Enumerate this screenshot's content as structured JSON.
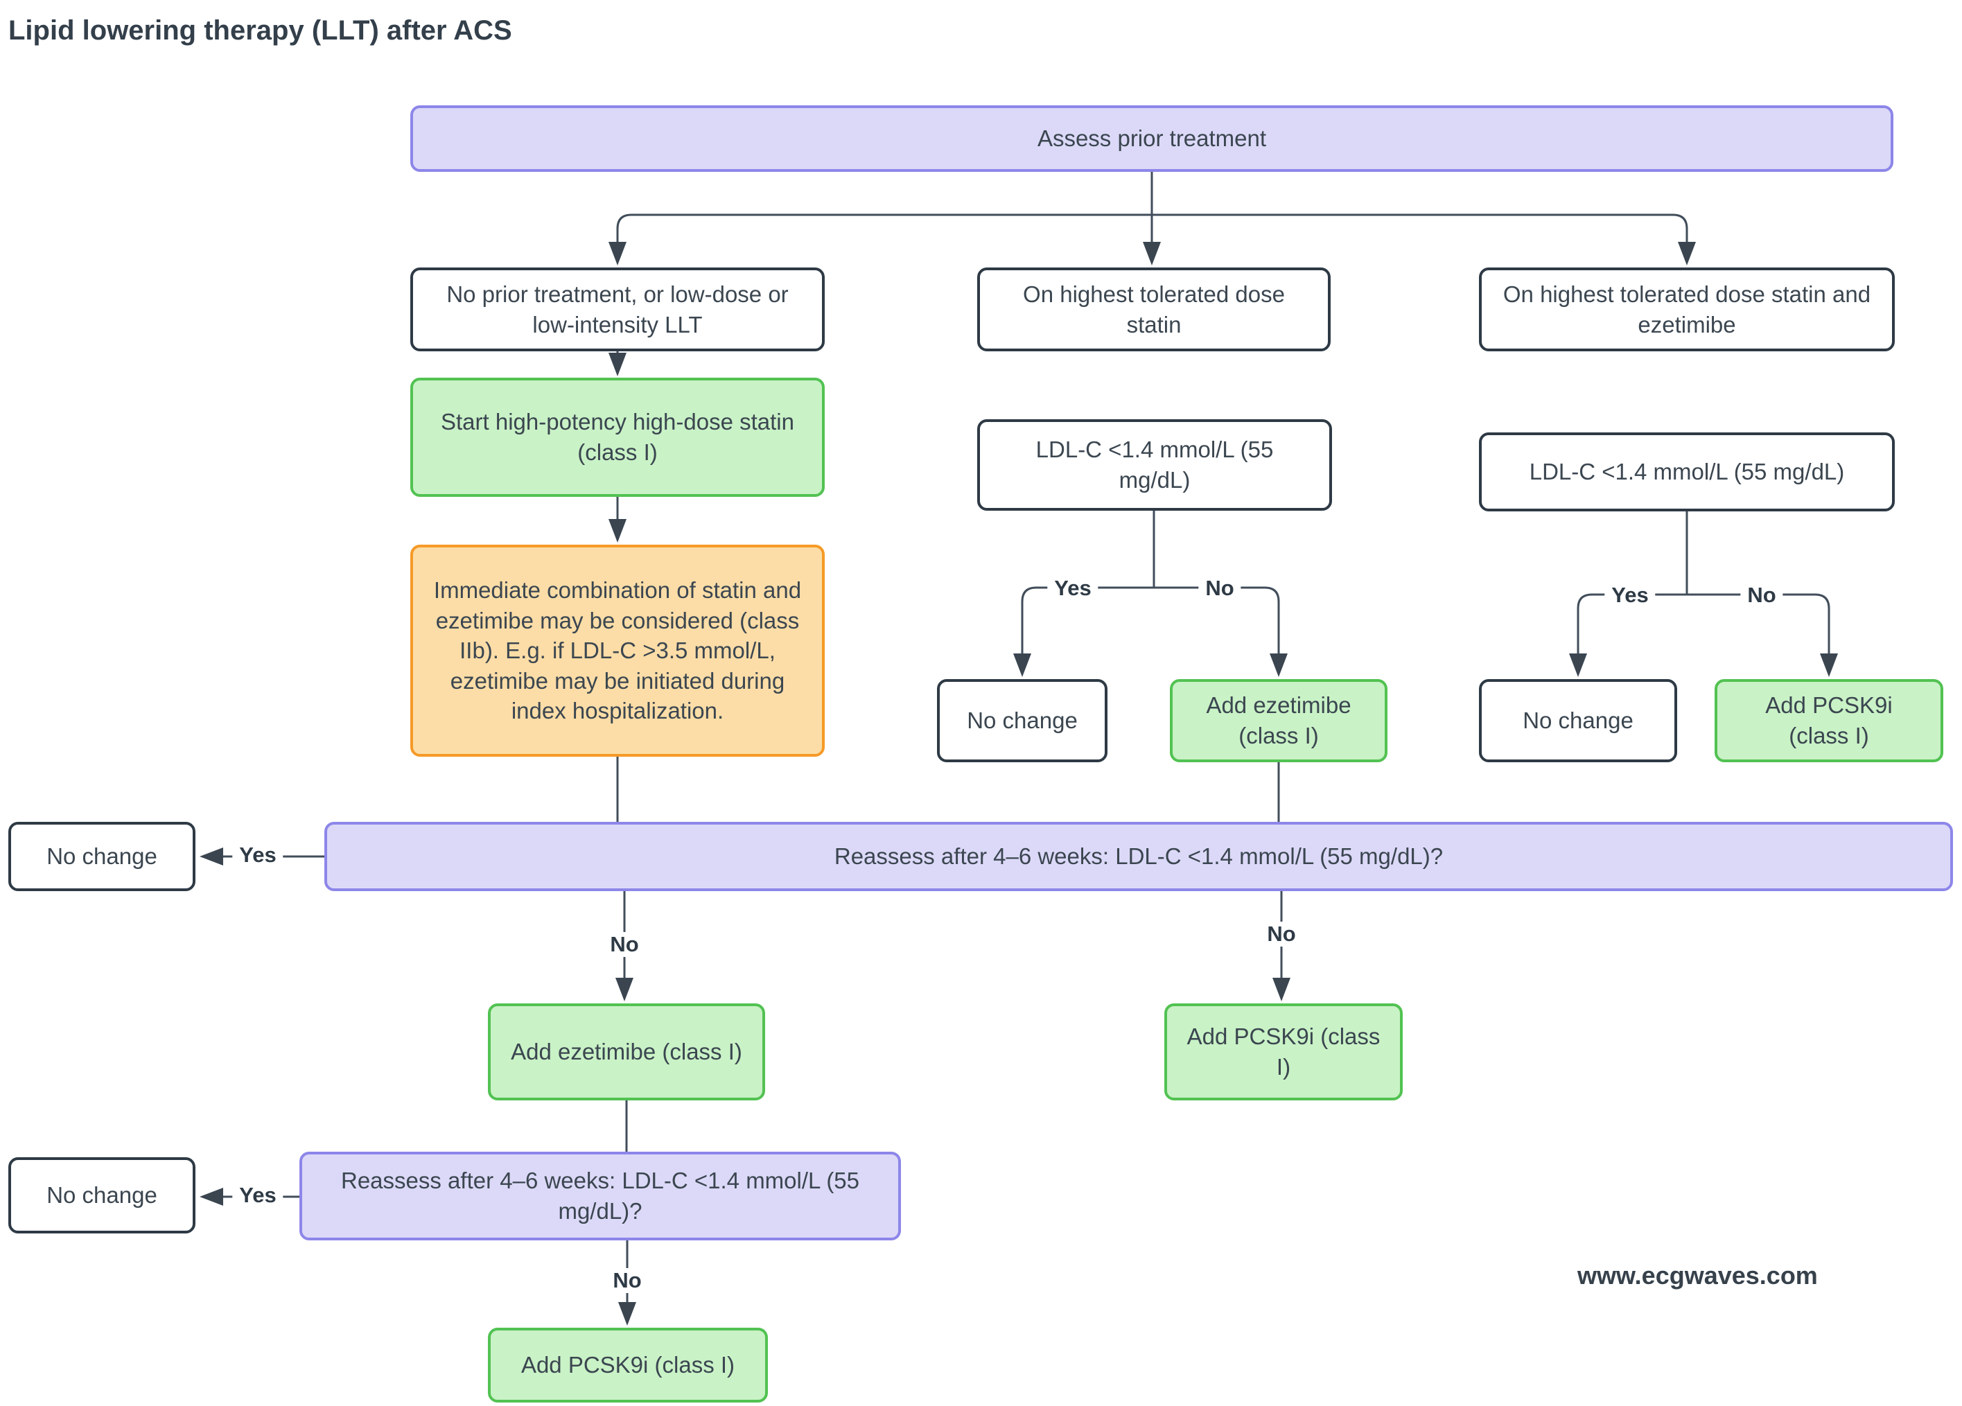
{
  "title": "Lipid lowering therapy (LLT) after ACS",
  "watermark": "www.ecgwaves.com",
  "labels": {
    "yes": "Yes",
    "no": "No"
  },
  "colors": {
    "lavender_fill": "#dcd9f8",
    "lavender_border": "#8d86e9",
    "green_fill": "#c9f2c6",
    "green_border": "#52c252",
    "orange_fill": "#fcdda7",
    "orange_border": "#f59a27",
    "white_fill": "#ffffff",
    "dark_border": "#2e3a45",
    "text": "#3b4650",
    "line": "#414d5a"
  },
  "nodes": {
    "assess": "Assess prior treatment",
    "col1_header": "No prior treatment, or low-dose or low-intensity LLT",
    "col2_header": "On highest tolerated dose statin",
    "col3_header": "On highest tolerated dose statin and ezetimibe",
    "start_statin": "Start high-potency high-dose statin (class I)",
    "immediate_combo": "Immediate combination of statin and ezetimibe may be considered (class IIb). E.g. if LDL-C >3.5 mmol/L, ezetimibe may be initiated during index hospitalization.",
    "ldl_col2": "LDL-C <1.4 mmol/L (55 mg/dL)",
    "ldl_col3": "LDL-C <1.4 mmol/L (55 mg/dL)",
    "no_change_col2": "No change",
    "add_ezetimibe_col2": "Add ezetimibe (class I)",
    "no_change_col3": "No change",
    "add_pcsk9i_col3": "Add PCSK9i (class I)",
    "reassess1": "Reassess after 4–6 weeks: LDL-C <1.4 mmol/L (55 mg/dL)?",
    "no_change_r1": "No change",
    "add_ezetimibe_r1": "Add ezetimibe (class I)",
    "add_pcsk9i_r1": "Add PCSK9i (class I)",
    "reassess2": "Reassess after 4–6 weeks: LDL-C <1.4 mmol/L (55 mg/dL)?",
    "no_change_r2": "No change",
    "add_pcsk9i_final": "Add PCSK9i (class I)"
  }
}
